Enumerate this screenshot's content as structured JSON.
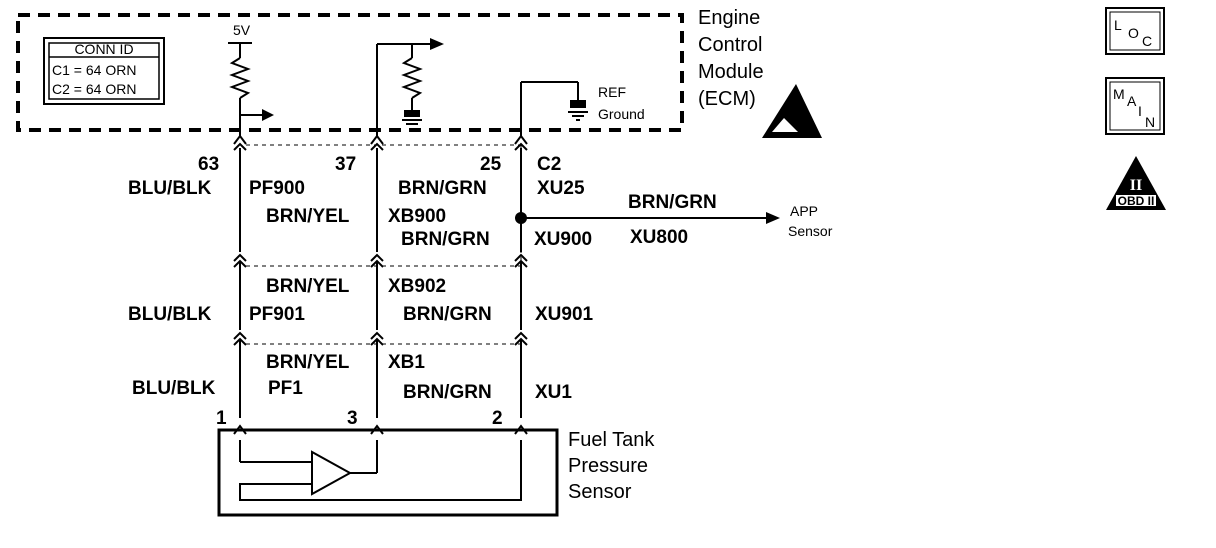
{
  "ecm": {
    "title_lines": [
      "Engine",
      "Control",
      "Module",
      "(ECM)"
    ],
    "conn_id": {
      "header": "CONN ID",
      "rows": [
        "C1 = 64 ORN",
        "C2 = 64 ORN"
      ]
    },
    "supply_label": "5V",
    "ref_label": "REF",
    "ground_label": "Ground",
    "connector": "C2"
  },
  "pins_top": [
    "63",
    "37",
    "25"
  ],
  "circuits": {
    "left": {
      "color": "BLU/BLK",
      "c1": "PF900",
      "c2": "PF901",
      "c3": "PF1"
    },
    "mid": {
      "color": "BRN/YEL",
      "c1": "XB900",
      "c2": "XB902",
      "c3": "XB1"
    },
    "right": {
      "color_top": "BRN/GRN",
      "color": "BRN/GRN",
      "c0": "XU25",
      "c1": "XU900",
      "c2": "XU901",
      "c3": "XU1"
    },
    "branch": {
      "color": "BRN/GRN",
      "circuit": "XU800",
      "dest_lines": [
        "APP",
        "Sensor"
      ]
    }
  },
  "sensor": {
    "pins": [
      "1",
      "3",
      "2"
    ],
    "title_lines": [
      "Fuel Tank",
      "Pressure",
      "Sensor"
    ]
  },
  "side_icons": [
    {
      "name": "loc",
      "letters": [
        "L",
        "O",
        "C"
      ]
    },
    {
      "name": "main",
      "letters": [
        "M",
        "A",
        "I",
        "N"
      ]
    },
    {
      "name": "obd",
      "symbol": "II",
      "caption": "OBD II"
    }
  ]
}
